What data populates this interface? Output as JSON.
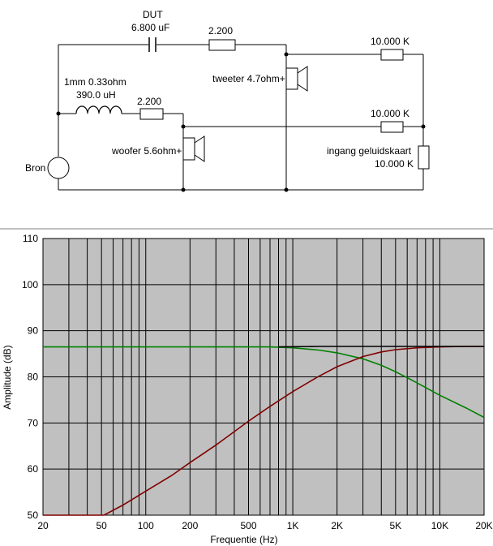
{
  "circuit": {
    "source_label": "Bron",
    "dut_label": "DUT",
    "dut_value": "6.800 uF",
    "r_top_value": "2.200",
    "inductor_label": "1mm 0.33ohm",
    "inductor_value": "390.0 uH",
    "r_mid_value": "2.200",
    "tweeter_label": "tweeter 4.7ohm+",
    "woofer_label": "woofer 5.6ohm+",
    "r_right_top_value": "10.000 K",
    "r_right_mid_value": "10.000 K",
    "input_label": "ingang geluidskaart",
    "input_value": "10.000 K"
  },
  "chart_data": {
    "type": "line",
    "xlabel": "Frequentie (Hz)",
    "ylabel": "Amplitude (dB)",
    "xscale": "log",
    "xlim": [
      20,
      20000
    ],
    "ylim": [
      50,
      110
    ],
    "grid": true,
    "x_tick_labels": [
      {
        "value": 20,
        "label": "20"
      },
      {
        "value": 50,
        "label": "50"
      },
      {
        "value": 100,
        "label": "100"
      },
      {
        "value": 200,
        "label": "200"
      },
      {
        "value": 500,
        "label": "500"
      },
      {
        "value": 1000,
        "label": "1K"
      },
      {
        "value": 2000,
        "label": "2K"
      },
      {
        "value": 5000,
        "label": "5K"
      },
      {
        "value": 10000,
        "label": "10K"
      },
      {
        "value": 20000,
        "label": "20K"
      }
    ],
    "y_ticks": [
      50,
      60,
      70,
      80,
      90,
      100,
      110
    ],
    "colors": {
      "plot_bg": "#c0c0c0",
      "grid": "#000000",
      "woofer": "#008000",
      "tweeter": "#800000",
      "sum": "#000000"
    },
    "series": [
      {
        "key": "woofer",
        "color": "#008000",
        "x": [
          20,
          50,
          100,
          200,
          500,
          700,
          1000,
          1500,
          2000,
          3000,
          4000,
          5000,
          7000,
          10000,
          15000,
          20000
        ],
        "y": [
          86.5,
          86.5,
          86.5,
          86.5,
          86.5,
          86.5,
          86.3,
          85.8,
          85.2,
          83.9,
          82.5,
          81.1,
          78.7,
          76.0,
          73.3,
          71.2
        ]
      },
      {
        "key": "tweeter",
        "color": "#800000",
        "x": [
          20,
          30,
          40,
          52,
          70,
          100,
          150,
          200,
          300,
          500,
          700,
          1000,
          1500,
          2000,
          3000,
          4000,
          5000,
          7000,
          10000,
          15000,
          20000
        ],
        "y": [
          50,
          50,
          50,
          50,
          52.2,
          55.2,
          58.6,
          61.4,
          65.2,
          70.4,
          73.6,
          76.8,
          80.1,
          82.2,
          84.4,
          85.4,
          85.9,
          86.3,
          86.5,
          86.6,
          86.6
        ]
      },
      {
        "key": "sum",
        "color": "#000000",
        "x": [
          800,
          1500,
          3000,
          6000,
          10000,
          20000
        ],
        "y": [
          86.5,
          86.6,
          86.6,
          86.6,
          86.6,
          86.6
        ]
      }
    ]
  }
}
